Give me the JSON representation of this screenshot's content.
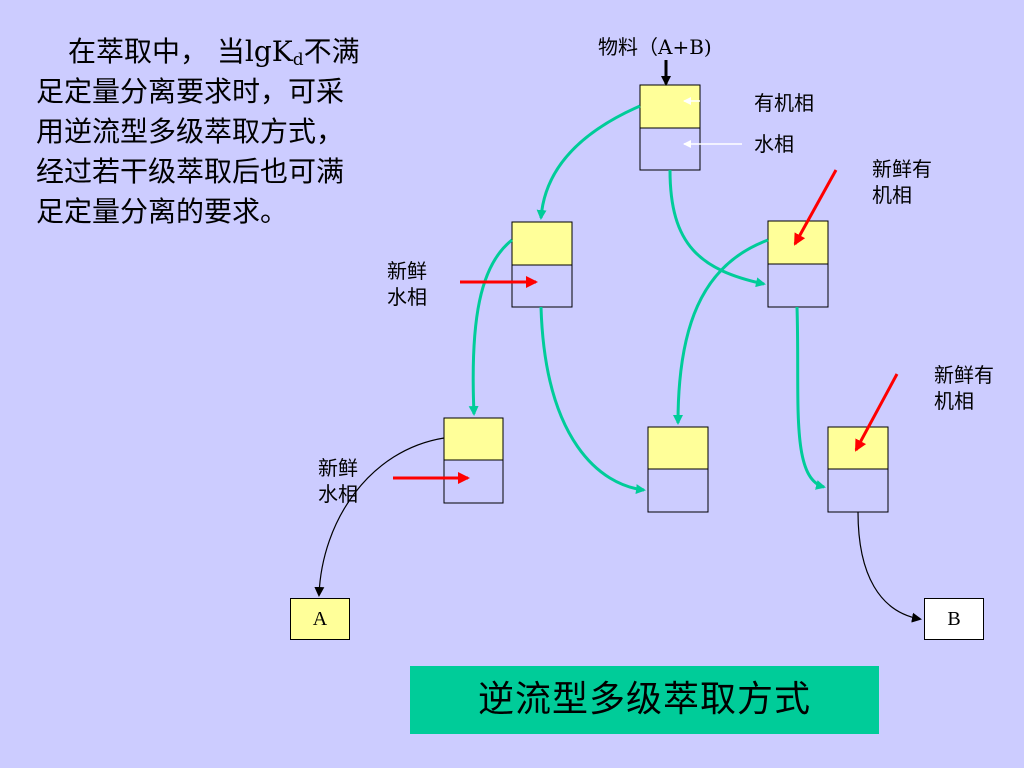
{
  "intro": {
    "p1": "在萃取中，  当lgK",
    "sub": "d",
    "p2": "不满",
    "lines": [
      "足定量分离要求时，可采",
      "用逆流型多级萃取方式，",
      "经过若干级萃取后也可满",
      "足定量分离的要求。"
    ]
  },
  "diagram": {
    "feed_label": "物料（A+B)",
    "organic_label": "有机相",
    "aqueous_label": "水相",
    "fresh_organic_1": [
      "新鲜有",
      "机相"
    ],
    "fresh_organic_2": [
      "新鲜有",
      "机相"
    ],
    "fresh_aqueous_1": [
      "新鲜",
      "水相"
    ],
    "fresh_aqueous_2": [
      "新鲜",
      "水相"
    ],
    "output_a": "A",
    "output_b": "B"
  },
  "title": "逆流型多级萃取方式",
  "colors": {
    "background": "#ccccff",
    "organic_phase": "#ffff99",
    "flow_arrow": "#00cc99",
    "fresh_arrow": "#ff0000",
    "banner": "#00cc99"
  }
}
